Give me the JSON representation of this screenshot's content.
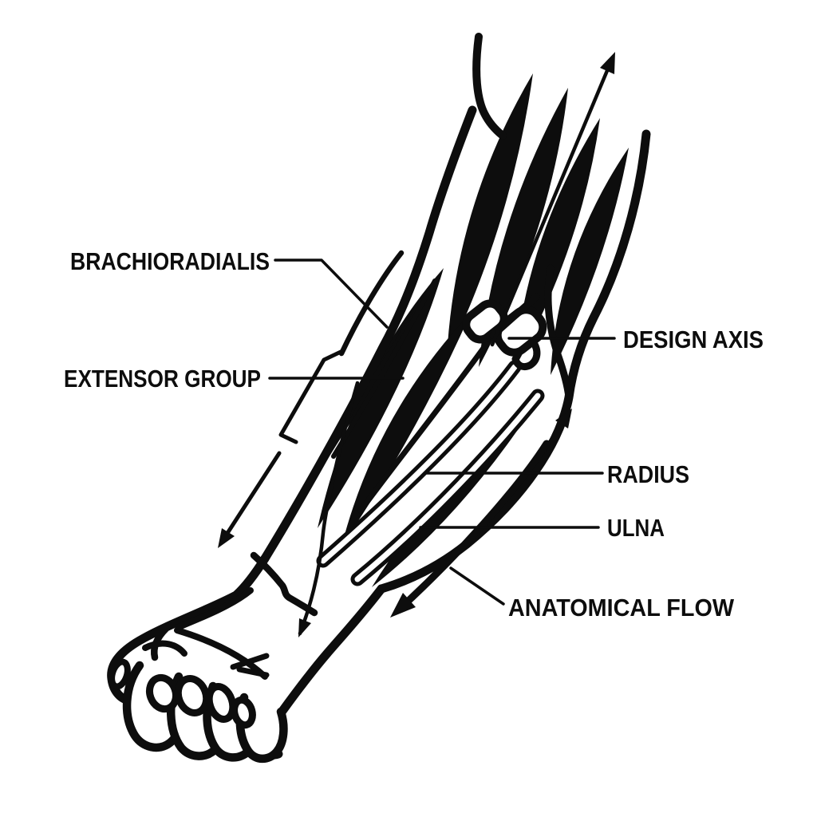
{
  "diagram": {
    "description": "Stylized black-and-white anatomical line illustration of a forearm and hand with design annotation arrows",
    "colors": {
      "ink": "#0d0d0d",
      "background": "#ffffff"
    },
    "labels": {
      "brachioradialis": "BRACHIORADIALIS",
      "extensor_group": "EXTENSOR GROUP",
      "design_axis": "DESIGN AXIS",
      "radius": "RADIUS",
      "ulna": "ULNA",
      "anatomical_flow": "ANATOMICAL FLOW"
    }
  }
}
